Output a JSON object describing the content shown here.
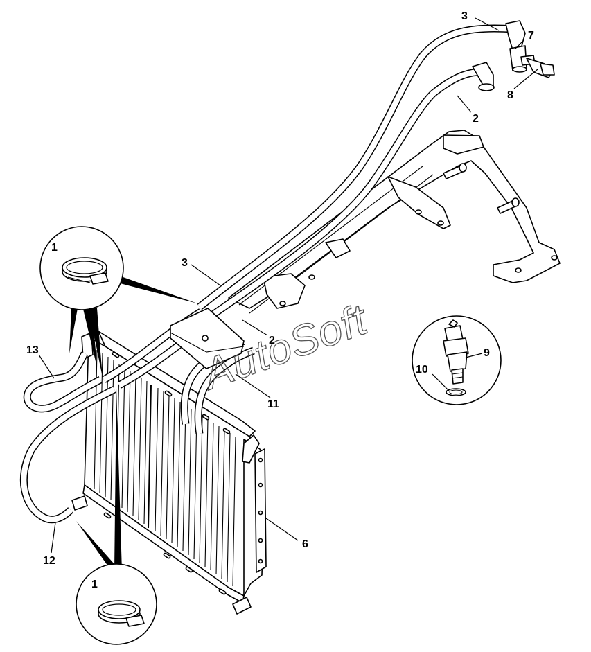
{
  "watermark": "AutoSoft",
  "callouts": {
    "c1_top": "1",
    "c1_bottom": "1",
    "c2_upper": "2",
    "c2_middle": "2",
    "c3_upper": "3",
    "c3_middle": "3",
    "c6": "6",
    "c7": "7",
    "c8": "8",
    "c9": "9",
    "c10": "10",
    "c11": "11",
    "c12": "12",
    "c13": "13"
  }
}
